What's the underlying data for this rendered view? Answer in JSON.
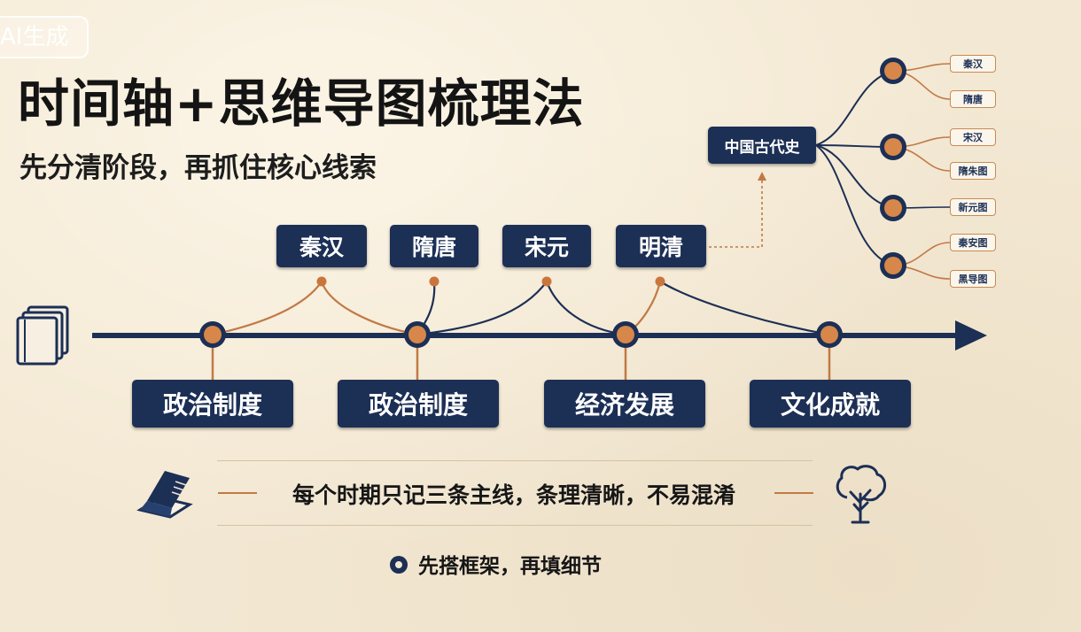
{
  "badge": "AI生成",
  "title": "时间轴+思维导图梳理法",
  "subtitle": "先分清阶段，再抓住核心线索",
  "eras": [
    "秦汉",
    "隋唐",
    "宋元",
    "明清"
  ],
  "themes": [
    "政治制度",
    "政治制度",
    "经济发展",
    "文化成就"
  ],
  "mindmap": {
    "root": "中国古代史",
    "leaves": [
      "秦汉",
      "隋唐",
      "宋汉",
      "隋朱图",
      "新元图",
      "秦安图",
      "黑导图"
    ]
  },
  "note": "每个时期只记三条主线，条理清晰，不易混淆",
  "tip": "先搭框架，再填细节",
  "colors": {
    "navy": "#1c2f55",
    "orange": "#d7874a",
    "copper": "#c07a45",
    "paper": "#f3e8d3"
  },
  "icons": [
    "books-icon",
    "book-icon",
    "tree-icon",
    "target-dot-icon"
  ]
}
